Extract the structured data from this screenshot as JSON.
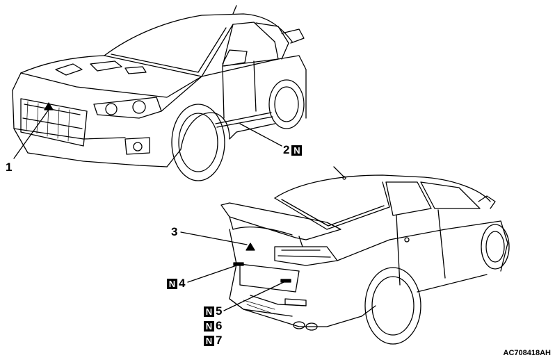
{
  "callouts": [
    {
      "id": "1",
      "number": "1",
      "badge": ""
    },
    {
      "id": "2",
      "number": "2",
      "badge": "N"
    },
    {
      "id": "3",
      "number": "3",
      "badge": ""
    },
    {
      "id": "4",
      "number": "4",
      "badge": "N"
    },
    {
      "id": "5",
      "number": "5",
      "badge": "N"
    },
    {
      "id": "6",
      "number": "6",
      "badge": "N"
    },
    {
      "id": "7",
      "number": "7",
      "badge": "N"
    }
  ],
  "figure_code": "AC708418AH",
  "colors": {
    "line": "#000000",
    "background": "#ffffff"
  }
}
